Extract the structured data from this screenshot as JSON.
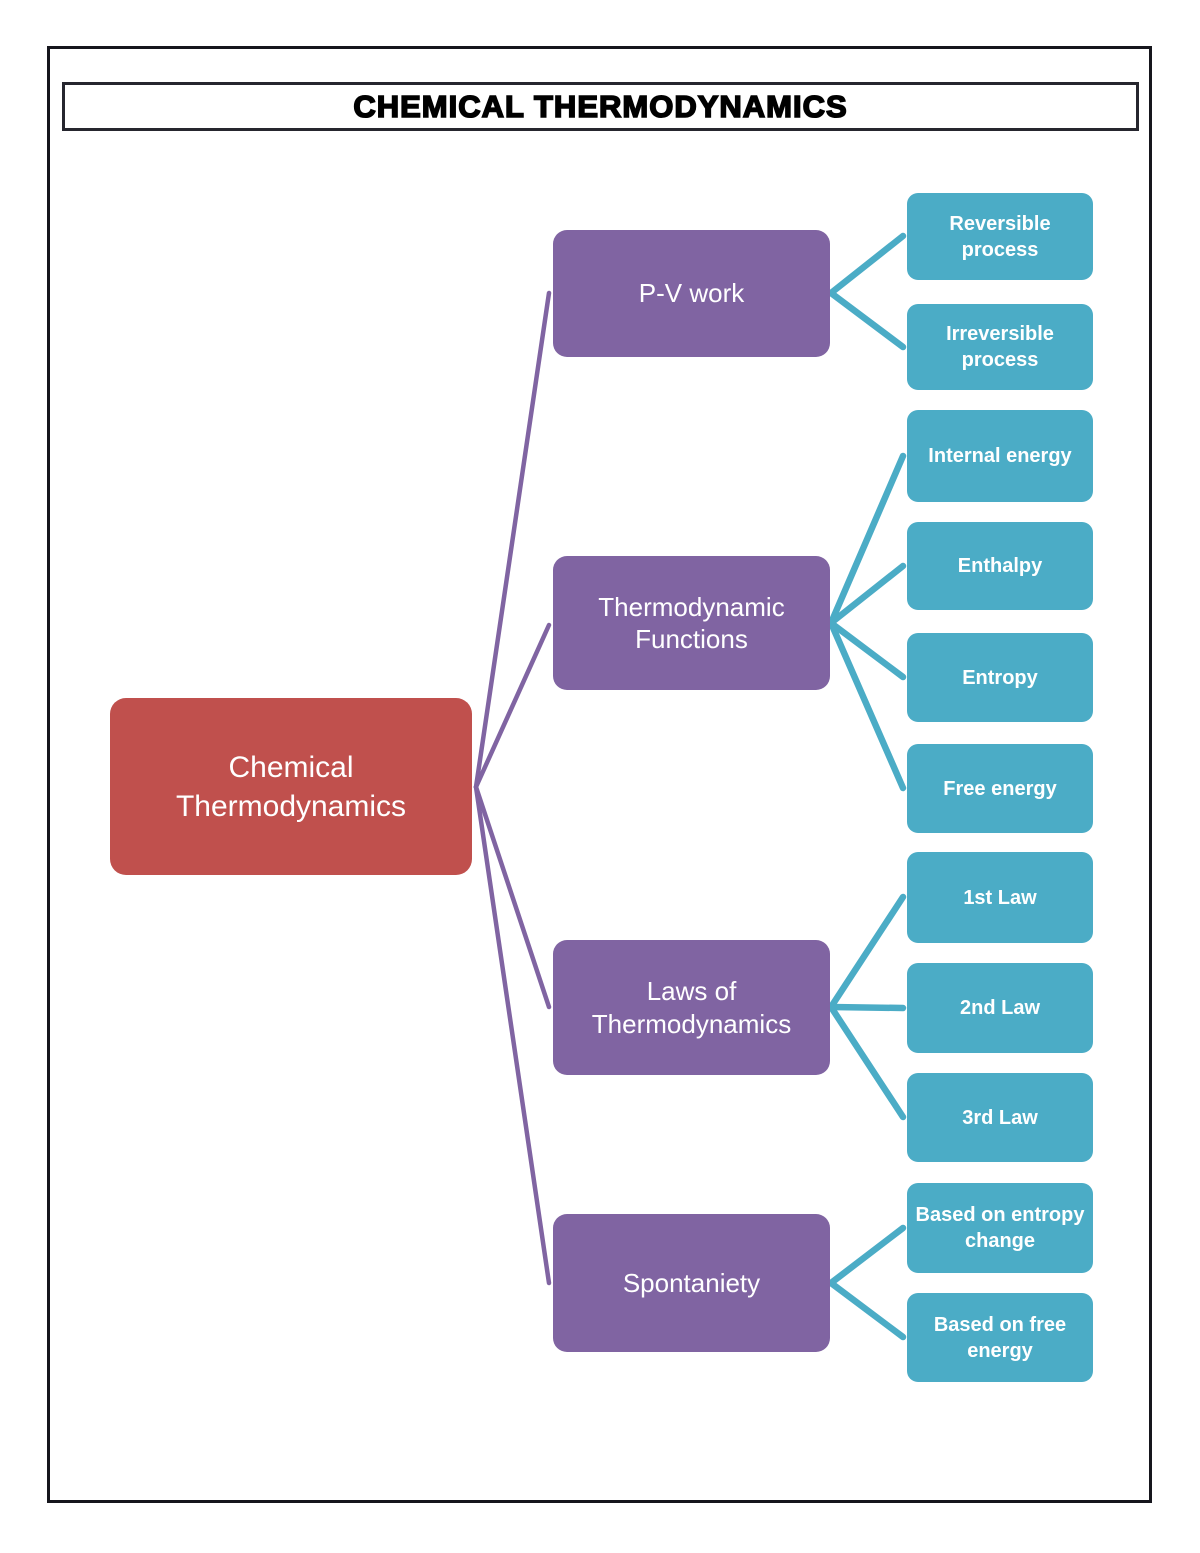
{
  "title": "CHEMICAL THERMODYNAMICS",
  "colors": {
    "root_node": "#C0504D",
    "branch_node": "#8064A2",
    "leaf_node": "#4BACC6",
    "branch_connector": "#8064A2",
    "leaf_connector": "#4BACC6",
    "frame_border": "#16161d",
    "node_text": "#ffffff",
    "title_text": "#000000"
  },
  "tree": {
    "root": {
      "label": "Chemical Thermodynamics"
    },
    "branches": [
      {
        "label": "P-V work",
        "children": [
          "Reversible process",
          "Irreversible process"
        ]
      },
      {
        "label": "Thermodynamic Functions",
        "children": [
          "Internal energy",
          "Enthalpy",
          "Entropy",
          "Free energy"
        ]
      },
      {
        "label": "Laws of Thermodynamics",
        "children": [
          "1st Law",
          "2nd Law",
          "3rd Law"
        ]
      },
      {
        "label": "Spontaniety",
        "children": [
          "Based on entropy change",
          "Based on free energy"
        ]
      }
    ]
  }
}
